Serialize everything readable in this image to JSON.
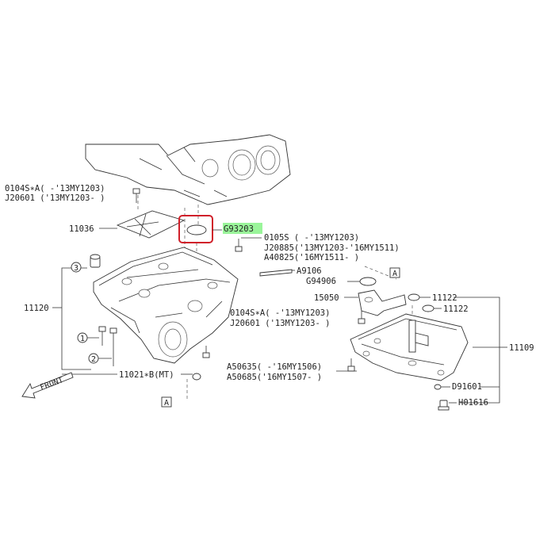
{
  "labels": {
    "l0104s_a": "0104S∗A( -'13MY1203)",
    "j20601_a": "J20601 ('13MY1203- )",
    "l11036": "11036",
    "g93203": "G93203",
    "l0105s": "0105S  ( -'13MY1203)",
    "j20885": "J20885('13MY1203-'16MY1511)",
    "a40825": "A40825('16MY1511- )",
    "a9106": "A9106",
    "g94906": "G94906",
    "l15050": "15050",
    "l11122_a": "11122",
    "l11122_b": "11122",
    "l11120": "11120",
    "l0104s_b": "0104S∗A( -'13MY1203)",
    "j20601_b": "J20601 ('13MY1203- )",
    "l11109": "11109",
    "l11021": "11021∗B(MT)",
    "a50635": "A50635( -'16MY1506)",
    "a50685": "A50685('16MY1507- )",
    "d91601": "D91601",
    "h01616": "H01616",
    "front": "FRONT",
    "ref_a_top": "A",
    "ref_a_bottom": "A",
    "num1": "1",
    "num2": "2",
    "num3": "3"
  },
  "highlight": {
    "color": "#9af59a",
    "box_color": "#d0202a"
  }
}
